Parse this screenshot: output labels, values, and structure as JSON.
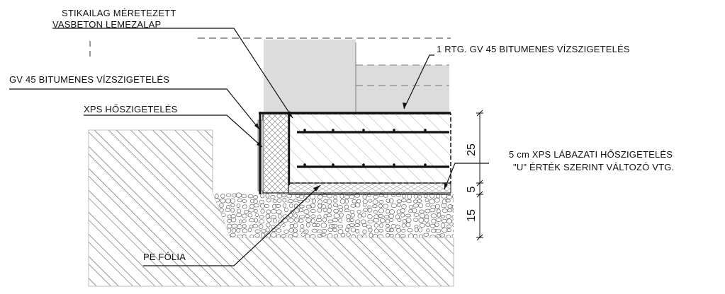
{
  "labels": {
    "slab_line1": "STIKAILAG MÉRETEZETT",
    "slab_line2": "VASBETON LEMEZALAP",
    "waterproof_side": "GV 45 BITUMENES VÍZSZIGETELÉS",
    "xps": "XPS HŐSZIGETELÉS",
    "waterproof_top": "1 RTG. GV 45 BITUMENES VÍZSZIGETELÉS",
    "plinth_line1": "5 cm XPS LÁBAZATI HŐSZIGETELÉS",
    "plinth_line2": "\"U\" ÉRTÉK SZERINT VÁLTOZÓ VTG.",
    "pe_foil": "PE FÓLIA"
  },
  "dimensions": {
    "slab": "25",
    "insulation": "5",
    "gravel": "15"
  },
  "colors": {
    "ink": "#111111",
    "wall_fill": "#dcdcdc",
    "hatch": "#555555"
  }
}
